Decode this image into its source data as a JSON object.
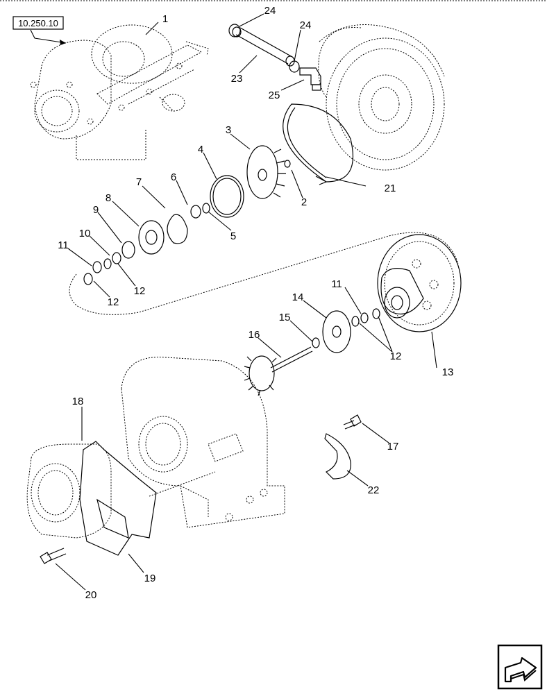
{
  "reference_code": "10.250.10",
  "callouts": [
    {
      "id": "c1",
      "text": "1"
    },
    {
      "id": "c2",
      "text": "2"
    },
    {
      "id": "c3",
      "text": "3"
    },
    {
      "id": "c4",
      "text": "4"
    },
    {
      "id": "c5",
      "text": "5"
    },
    {
      "id": "c6",
      "text": "6"
    },
    {
      "id": "c7",
      "text": "7"
    },
    {
      "id": "c8",
      "text": "8"
    },
    {
      "id": "c9",
      "text": "9"
    },
    {
      "id": "c10",
      "text": "10"
    },
    {
      "id": "c11a",
      "text": "11"
    },
    {
      "id": "c11b",
      "text": "11"
    },
    {
      "id": "c12a",
      "text": "12"
    },
    {
      "id": "c12b",
      "text": "12"
    },
    {
      "id": "c12c",
      "text": "12"
    },
    {
      "id": "c13",
      "text": "13"
    },
    {
      "id": "c14",
      "text": "14"
    },
    {
      "id": "c15",
      "text": "15"
    },
    {
      "id": "c16",
      "text": "16"
    },
    {
      "id": "c17",
      "text": "17"
    },
    {
      "id": "c18",
      "text": "18"
    },
    {
      "id": "c19",
      "text": "19"
    },
    {
      "id": "c20",
      "text": "20"
    },
    {
      "id": "c21",
      "text": "21"
    },
    {
      "id": "c22",
      "text": "22"
    },
    {
      "id": "c23",
      "text": "23"
    },
    {
      "id": "c24a",
      "text": "24"
    },
    {
      "id": "c24b",
      "text": "24"
    },
    {
      "id": "c25",
      "text": "25"
    }
  ],
  "nav_icon": "next-page-arrow-icon"
}
